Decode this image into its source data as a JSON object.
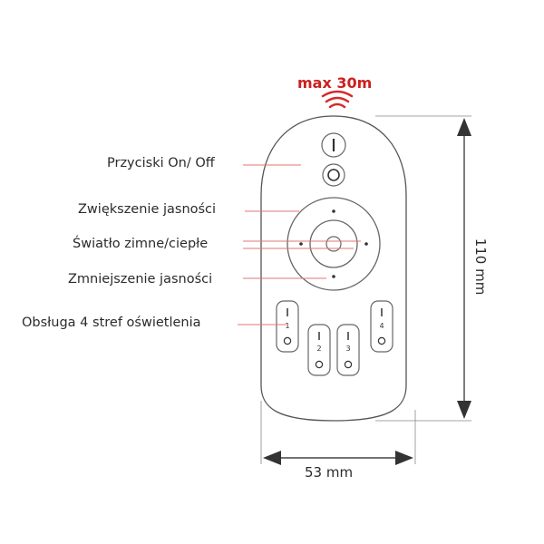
{
  "range_label": "max 30m",
  "labels": {
    "on_off": "Przyciski On/ Off",
    "brightness_up": "Zwiększenie jasności",
    "cool_warm": "Światło zimne/ciepłe",
    "brightness_down": "Zmniejszenie jasności",
    "zones": "Obsługa 4 stref oświetlenia"
  },
  "dimensions": {
    "width": "53 mm",
    "height": "110 mm"
  },
  "zone_buttons": [
    "1",
    "2",
    "3",
    "4"
  ],
  "colors": {
    "callout_line": "#e07575",
    "range_text": "#cc1f1f",
    "outline": "#555555",
    "dimension_line": "#333333"
  },
  "icons": {
    "signal": "wifi-signal-icon",
    "power": "power-icon",
    "ring": "ring-button-icon"
  }
}
